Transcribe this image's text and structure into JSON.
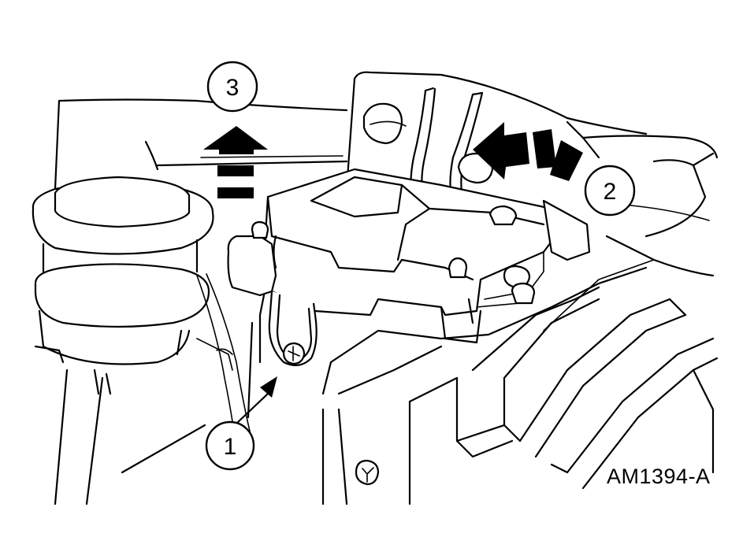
{
  "figure": {
    "reference_code": "AM1394-A",
    "callouts": [
      {
        "number": "1",
        "role": "mounting-bolt"
      },
      {
        "number": "2",
        "role": "slide-direction"
      },
      {
        "number": "3",
        "role": "lift-direction"
      }
    ]
  }
}
